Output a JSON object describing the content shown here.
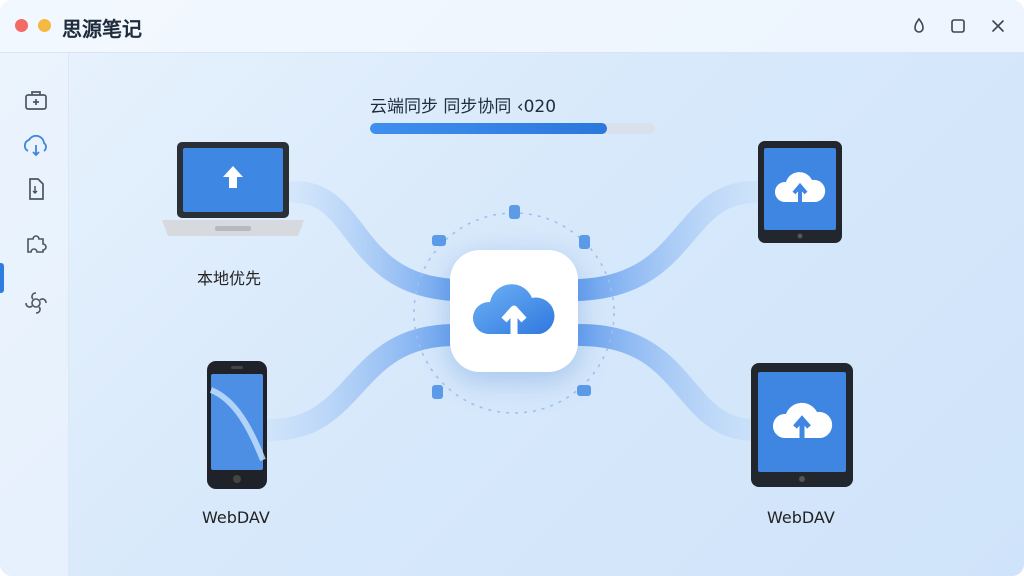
{
  "app": {
    "title": "思源笔记"
  },
  "window_controls": [
    "pin-icon",
    "maximize-icon",
    "close-icon"
  ],
  "sidebar": {
    "items": [
      {
        "icon": "toolbox-icon"
      },
      {
        "icon": "cloud-download-icon"
      },
      {
        "icon": "document-icon"
      },
      {
        "icon": "puzzle-icon",
        "active": true
      },
      {
        "icon": "settings-icon"
      }
    ]
  },
  "sync": {
    "title": "云端同步 同步协同 ‹020",
    "progress": 0.83
  },
  "devices": {
    "laptop": {
      "label": "本地优先"
    },
    "phone": {
      "label": "WebDAV"
    },
    "tablet_top": {
      "label": ""
    },
    "tablet_bottom": {
      "label": "WebDAV"
    }
  },
  "colors": {
    "accent": "#2f7de1",
    "background": "#dcebfb"
  }
}
